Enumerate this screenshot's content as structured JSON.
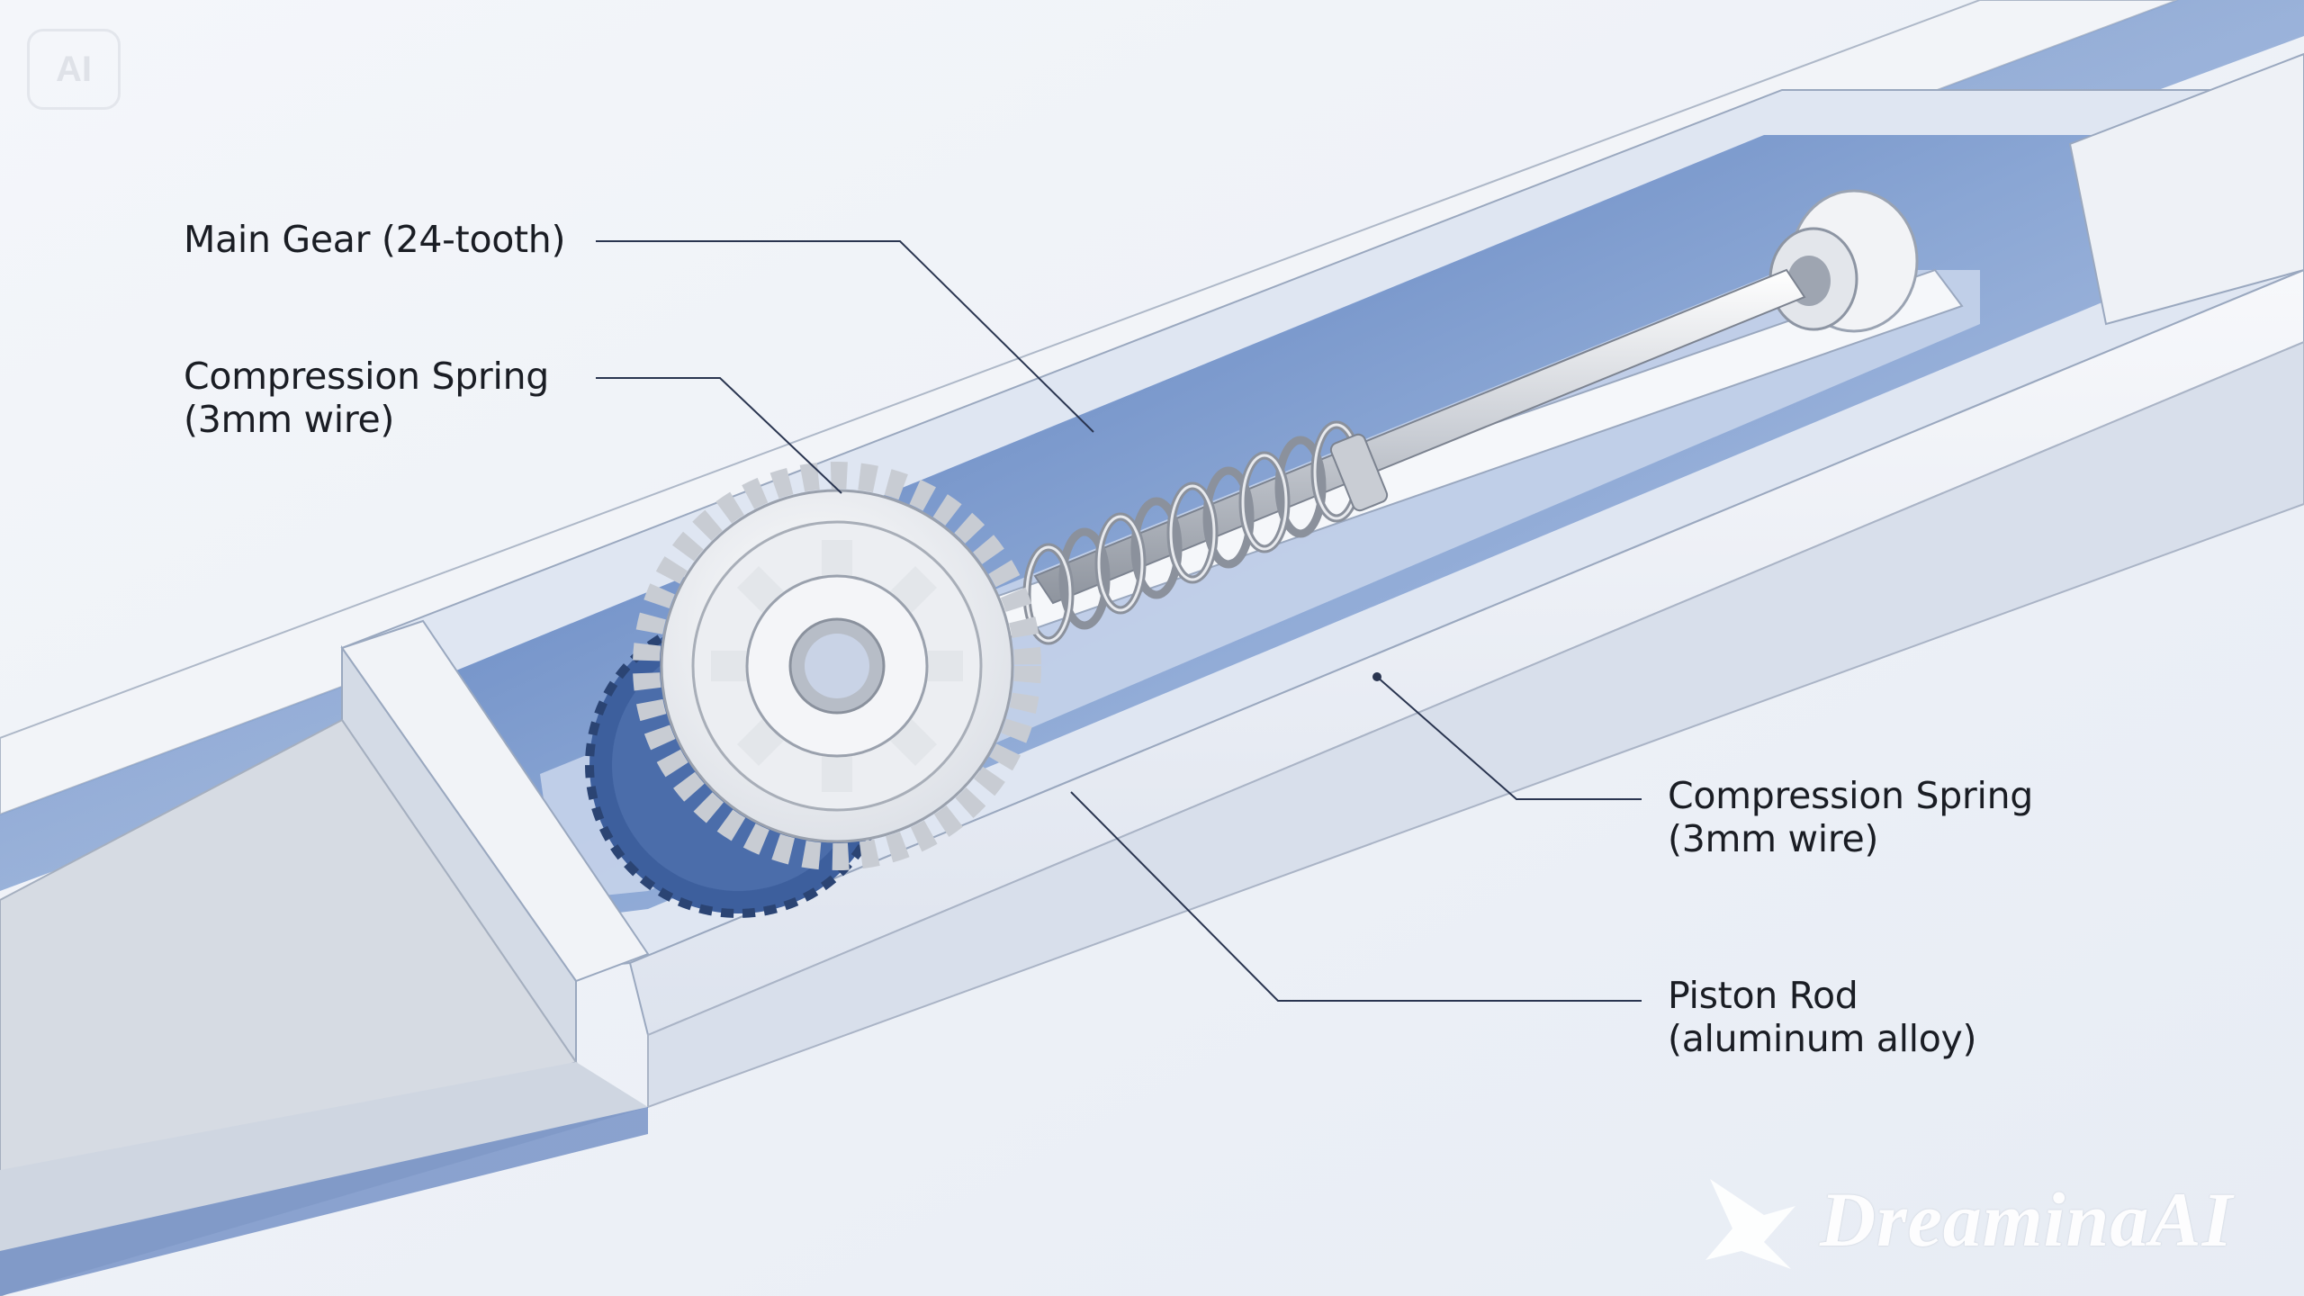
{
  "labels": {
    "main_gear": {
      "line1": "Main Gear (24-tooth)"
    },
    "spring_left": {
      "line1": "Compression Spring",
      "line2": "(3mm wire)"
    },
    "spring_right": {
      "line1": "Compression Spring",
      "line2": "(3mm wire)"
    },
    "piston_rod": {
      "line1": "Piston Rod",
      "line2": "(aluminum alloy)"
    }
  },
  "badge": {
    "text": "AI"
  },
  "watermark": {
    "text": "DreaminaAI",
    "icon": "dreamina-logo-icon"
  },
  "colors": {
    "background": "#eef1f6",
    "channel_blue": "#6f8fc4",
    "deep_blue": "#3f64a8",
    "rail_light": "#f3f5f9",
    "gear": "#f5f6f8",
    "leader_line": "#2a3550"
  }
}
